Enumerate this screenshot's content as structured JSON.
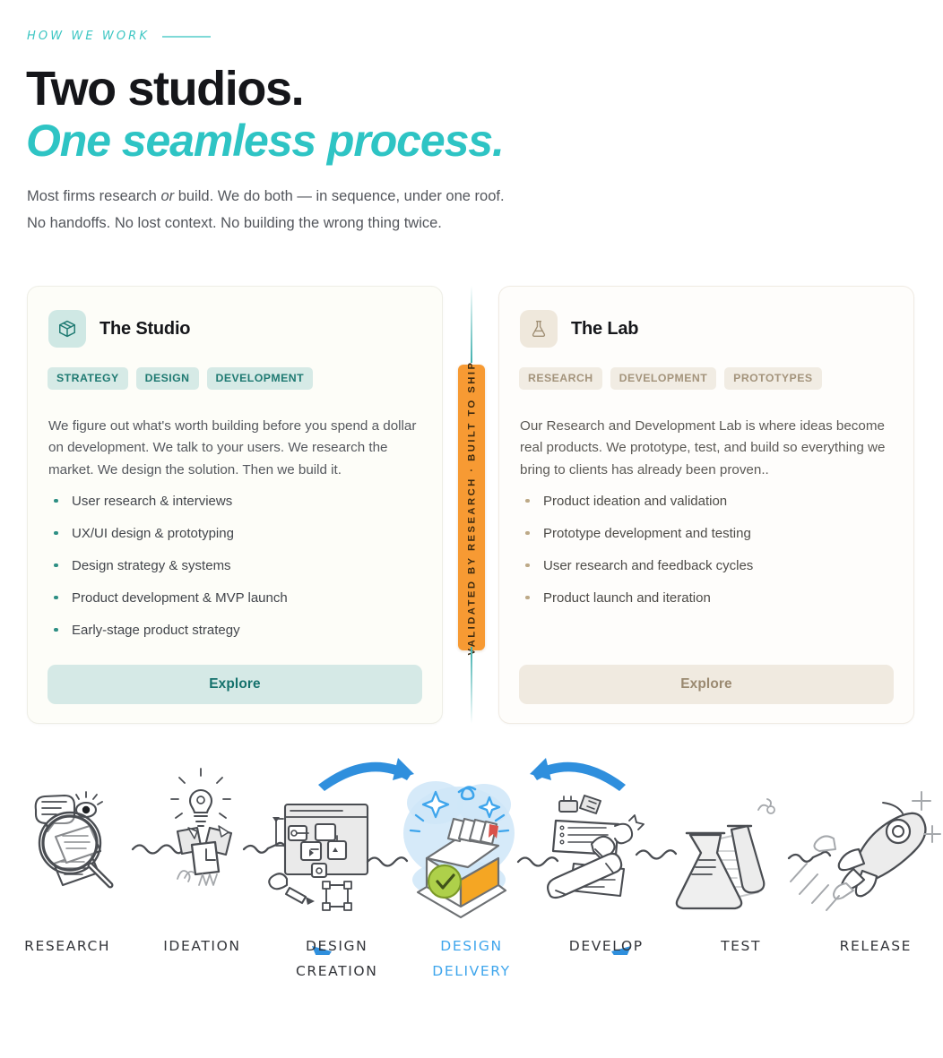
{
  "header": {
    "eyebrow": "HOW WE WORK",
    "title_line1": "Two studios.",
    "title_line2": "One seamless process.",
    "lede_line1_a": "Most firms research ",
    "lede_line1_em": "or",
    "lede_line1_b": " build. We do both — in sequence, under one roof.",
    "lede_line2": "No handoffs. No lost context. No building the wrong thing twice."
  },
  "connector": {
    "badge_text": "VALIDATED BY RESEARCH · BUILT TO SHIP",
    "badge_color": "#f79a33",
    "line_color": "#3fb0ae"
  },
  "cards": [
    {
      "id": "studio",
      "icon": "cube-icon",
      "title": "The Studio",
      "accent": "#1f7a72",
      "tags": [
        "STRATEGY",
        "DESIGN",
        "DEVELOPMENT"
      ],
      "body": "We figure out what's worth building before you spend a dollar on development. We talk to your users. We research the market. We design the solution. Then we build it.",
      "bullets": [
        "User research & interviews",
        "UX/UI design & prototyping",
        "Design strategy & systems",
        "Product development & MVP launch",
        "Early-stage product strategy"
      ],
      "cta": "Explore"
    },
    {
      "id": "lab",
      "icon": "flask-icon",
      "title": "The Lab",
      "accent": "#a4947c",
      "tags": [
        "RESEARCH",
        "DEVELOPMENT",
        "PROTOTYPES"
      ],
      "body": "Our Research and Development Lab is where ideas become real products. We prototype, test, and build so everything we bring to clients has already been proven..",
      "bullets": [
        "Product ideation and validation",
        "Prototype development and testing",
        "User research and feedback cycles",
        "Product launch and iteration"
      ],
      "cta": "Explore"
    }
  ],
  "process": {
    "highlight_color": "#3ea5ec",
    "steps": [
      {
        "label_1": "RESEARCH",
        "label_2": "",
        "icon": "magnifier-document-icon",
        "highlighted": false
      },
      {
        "label_1": "IDEATION",
        "label_2": "",
        "icon": "lightbulb-files-icon",
        "highlighted": false
      },
      {
        "label_1": "DESIGN",
        "label_2": "CREATION",
        "icon": "wireframe-pen-icon",
        "highlighted": false
      },
      {
        "label_1": "DESIGN",
        "label_2": "DELIVERY",
        "icon": "file-box-check-icon",
        "highlighted": true
      },
      {
        "label_1": "DEVELOP",
        "label_2": "",
        "icon": "code-tools-icon",
        "highlighted": false
      },
      {
        "label_1": "TEST",
        "label_2": "",
        "icon": "flask-tube-icon",
        "highlighted": false
      },
      {
        "label_1": "RELEASE",
        "label_2": "",
        "icon": "rocket-icon",
        "highlighted": false
      }
    ]
  }
}
